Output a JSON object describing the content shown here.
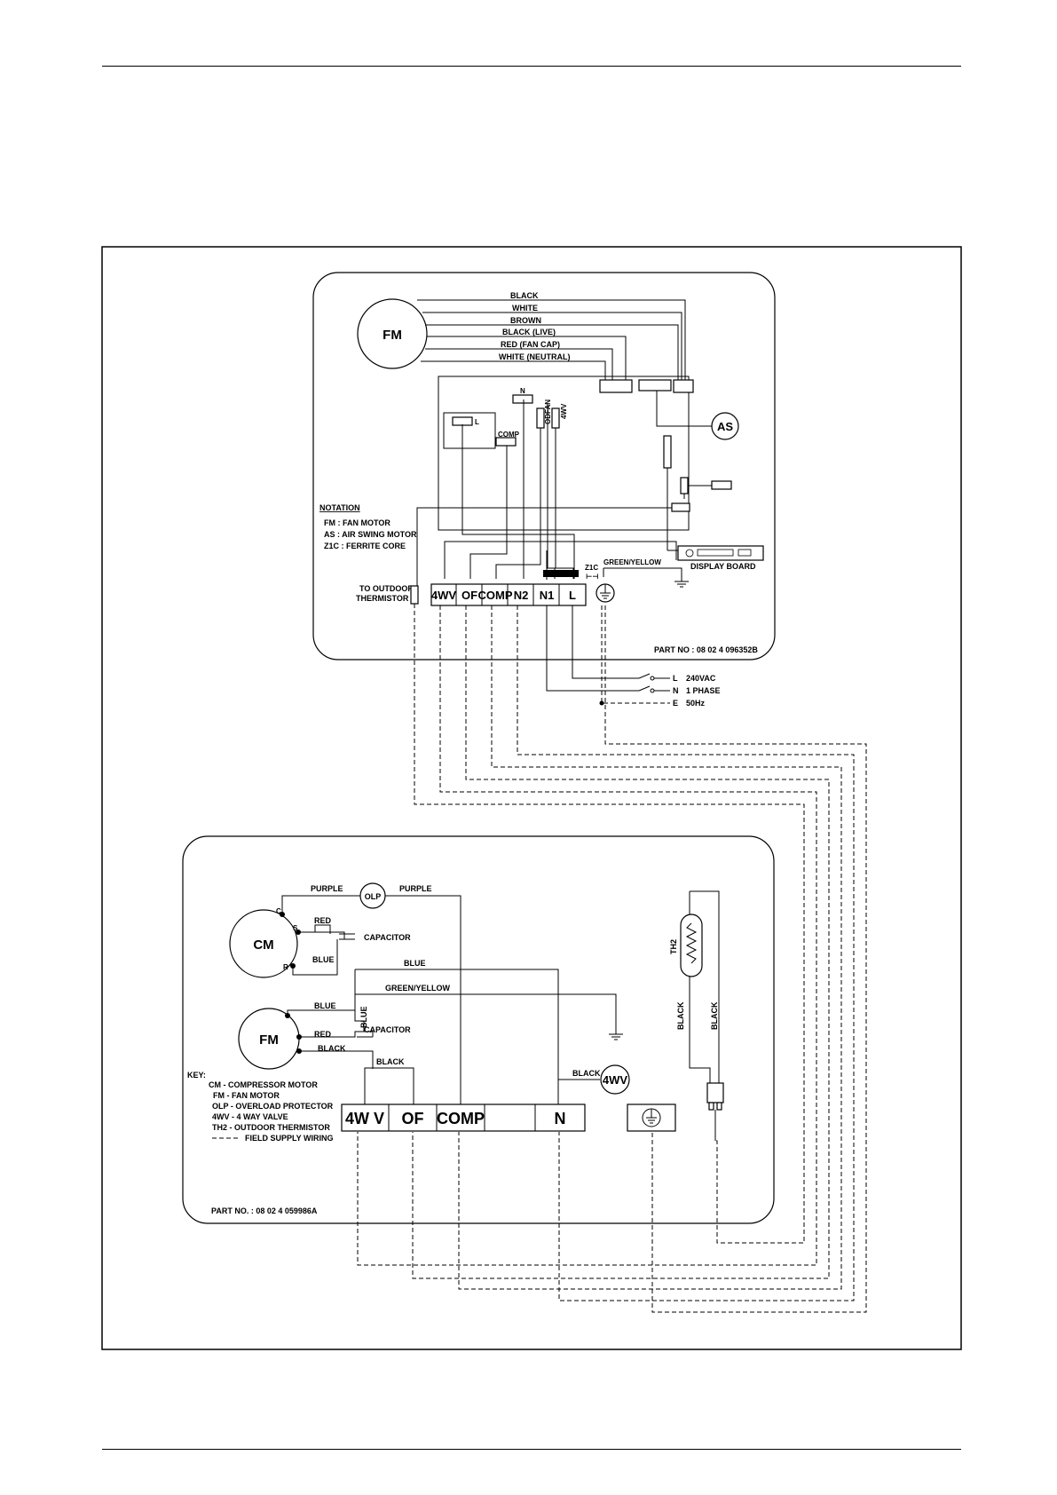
{
  "indoor": {
    "fan_motor": "FM",
    "air_swing_motor": "AS",
    "wire_colors": [
      "BLACK",
      "WHITE",
      "BROWN",
      "BLACK (LIVE)",
      "RED (FAN CAP)",
      "WHITE (NEUTRAL)"
    ],
    "board_labels": {
      "n": "N",
      "l": "L",
      "comp": "COMP",
      "odfan": "ODFAN",
      "fourway": "4WV"
    },
    "notation_title": "NOTATION",
    "notation": [
      "FM : FAN MOTOR",
      "AS : AIR SWING MOTOR",
      "Z1C : FERRITE CORE"
    ],
    "z1c": "Z1C",
    "green_yellow": "GREEN/YELLOW",
    "display_board": "DISPLAY BOARD",
    "to_outdoor": "TO OUTDOOR",
    "thermistor": "THERMISTOR",
    "terminals": [
      "4WV",
      "OF",
      "COMP",
      "N2",
      "N1",
      "L"
    ],
    "part_no": "PART NO : 08 02 4 096352B"
  },
  "supply": {
    "l": "L",
    "n": "N",
    "e": "E",
    "v": "240VAC",
    "phase": "1 PHASE",
    "hz": "50Hz"
  },
  "outdoor": {
    "compressor": "CM",
    "fan_motor": "FM",
    "olp": "OLP",
    "c": "C",
    "s": "S",
    "r": "R",
    "purple": "PURPLE",
    "red": "RED",
    "capacitor": "CAPACITOR",
    "blue": "BLUE",
    "green_yellow": "GREEN/YELLOW",
    "black": "BLACK",
    "fourwv": "4WV",
    "th2": "TH2",
    "key_title": "KEY:",
    "key": [
      "CM - COMPRESSOR MOTOR",
      "FM - FAN MOTOR",
      "OLP - OVERLOAD PROTECTOR",
      "4WV - 4 WAY VALVE",
      "TH2 - OUTDOOR THERMISTOR",
      "FIELD SUPPLY WIRING"
    ],
    "terminals": [
      "4W V",
      "OF",
      "COMP",
      "",
      "N"
    ],
    "part_no": "PART NO. : 08 02 4 059986A"
  }
}
